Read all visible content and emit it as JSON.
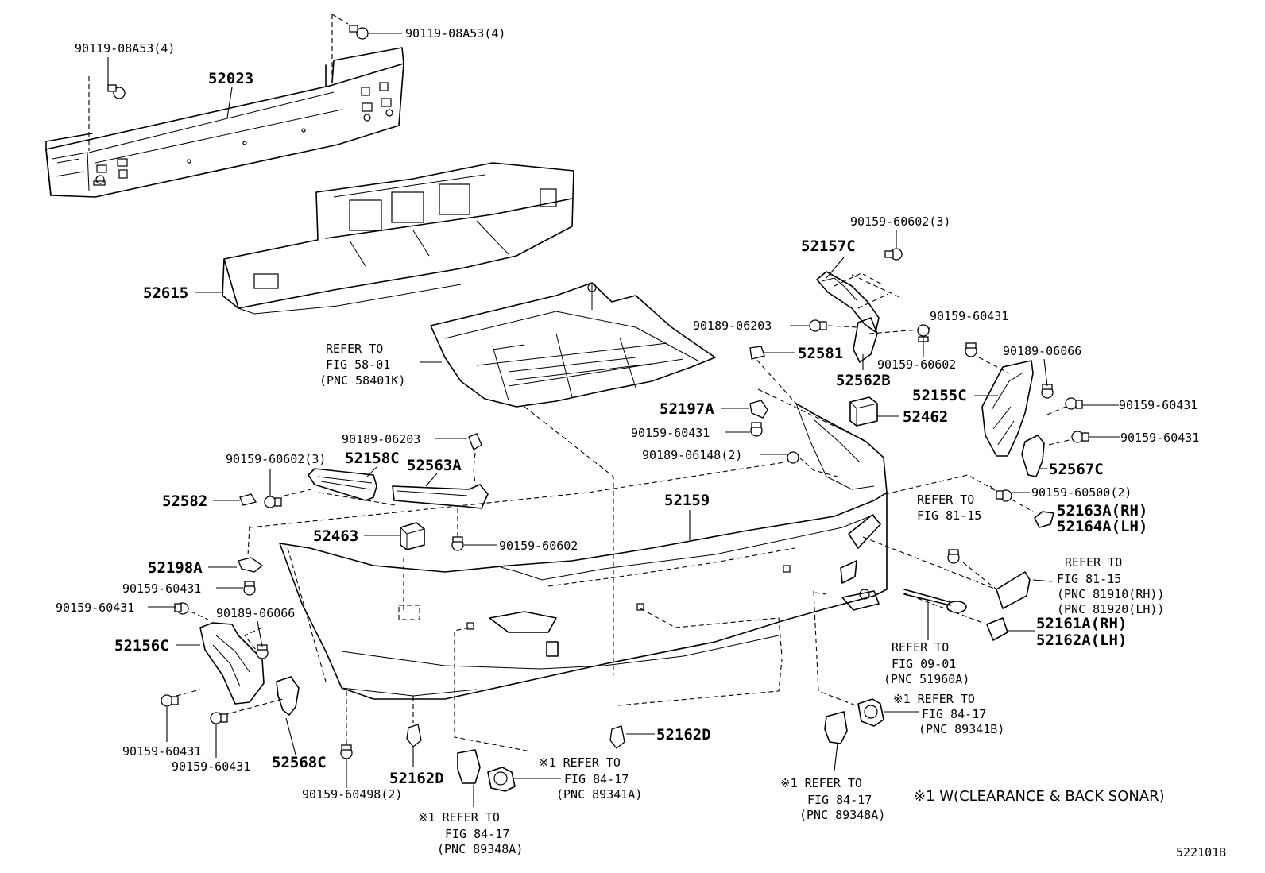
{
  "parts": {
    "p90119_08a53_l": "90119-08A53(4)",
    "p90119_08a53_r": "90119-08A53(4)",
    "p52023": "52023",
    "p52615": "52615",
    "p90159_60602_top": "90159-60602(3)",
    "p52157c": "52157C",
    "p90189_06203_r": "90189-06203",
    "p90159_60431_r1": "90159-60431",
    "p52581": "52581",
    "p90159_60602_r": "90159-60602",
    "p52562b": "52562B",
    "p90189_06066_r": "90189-06066",
    "p52155c": "52155C",
    "p90159_60431_r2": "90159-60431",
    "p90159_60431_r3": "90159-60431",
    "p52567c": "52567C",
    "p52197a": "52197A",
    "p52462": "52462",
    "p90159_60431_c": "90159-60431",
    "p90189_06148": "90189-06148(2)",
    "p90189_06203_l": "90189-06203",
    "p90159_60602_l3": "90159-60602(3)",
    "p52158c": "52158C",
    "p52563a": "52563A",
    "p52582": "52582",
    "p52159": "52159",
    "p90159_60500": "90159-60500(2)",
    "p52163a": "52163A(RH)",
    "p52164a": "52164A(LH)",
    "p52463": "52463",
    "p90159_60602_l": "90159-60602",
    "p52198a": "52198A",
    "p90159_60431_l1": "90159-60431",
    "p90159_60431_l2": "90159-60431",
    "p90189_06066_l": "90189-06066",
    "p52156c": "52156C",
    "p52161a": "52161A(RH)",
    "p52162a": "52162A(LH)",
    "p90159_60431_l3": "90159-60431",
    "p90159_60431_l4": "90159-60431",
    "p52568c": "52568C",
    "p52162d_c": "52162D",
    "p52162d_l": "52162D",
    "p90159_60498": "90159-60498(2)"
  },
  "refs": {
    "fig58": [
      "REFER TO",
      "FIG 58-01",
      "(PNC 58401K)"
    ],
    "fig81a": [
      "REFER TO",
      "FIG 81-15"
    ],
    "fig81b": [
      "REFER TO",
      "FIG 81-15",
      "(PNC 81910(RH))",
      "(PNC 81920(LH))"
    ],
    "fig09": [
      "REFER TO",
      "FIG 09-01",
      "(PNC 51960A)"
    ],
    "fig84_r1": [
      "※1 REFER TO",
      "FIG 84-17",
      "(PNC 89341B)"
    ],
    "fig84_c": [
      "※1 REFER TO",
      "FIG 84-17",
      "(PNC 89341A)"
    ],
    "fig84_r2": [
      "※1 REFER TO",
      "FIG 84-17",
      "(PNC 89348A)"
    ],
    "fig84_l": [
      "※1 REFER TO",
      "FIG 84-17",
      "(PNC 89348A)"
    ]
  },
  "legend": "※1 W(CLEARANCE & BACK SONAR)",
  "figure_id": "522101B"
}
